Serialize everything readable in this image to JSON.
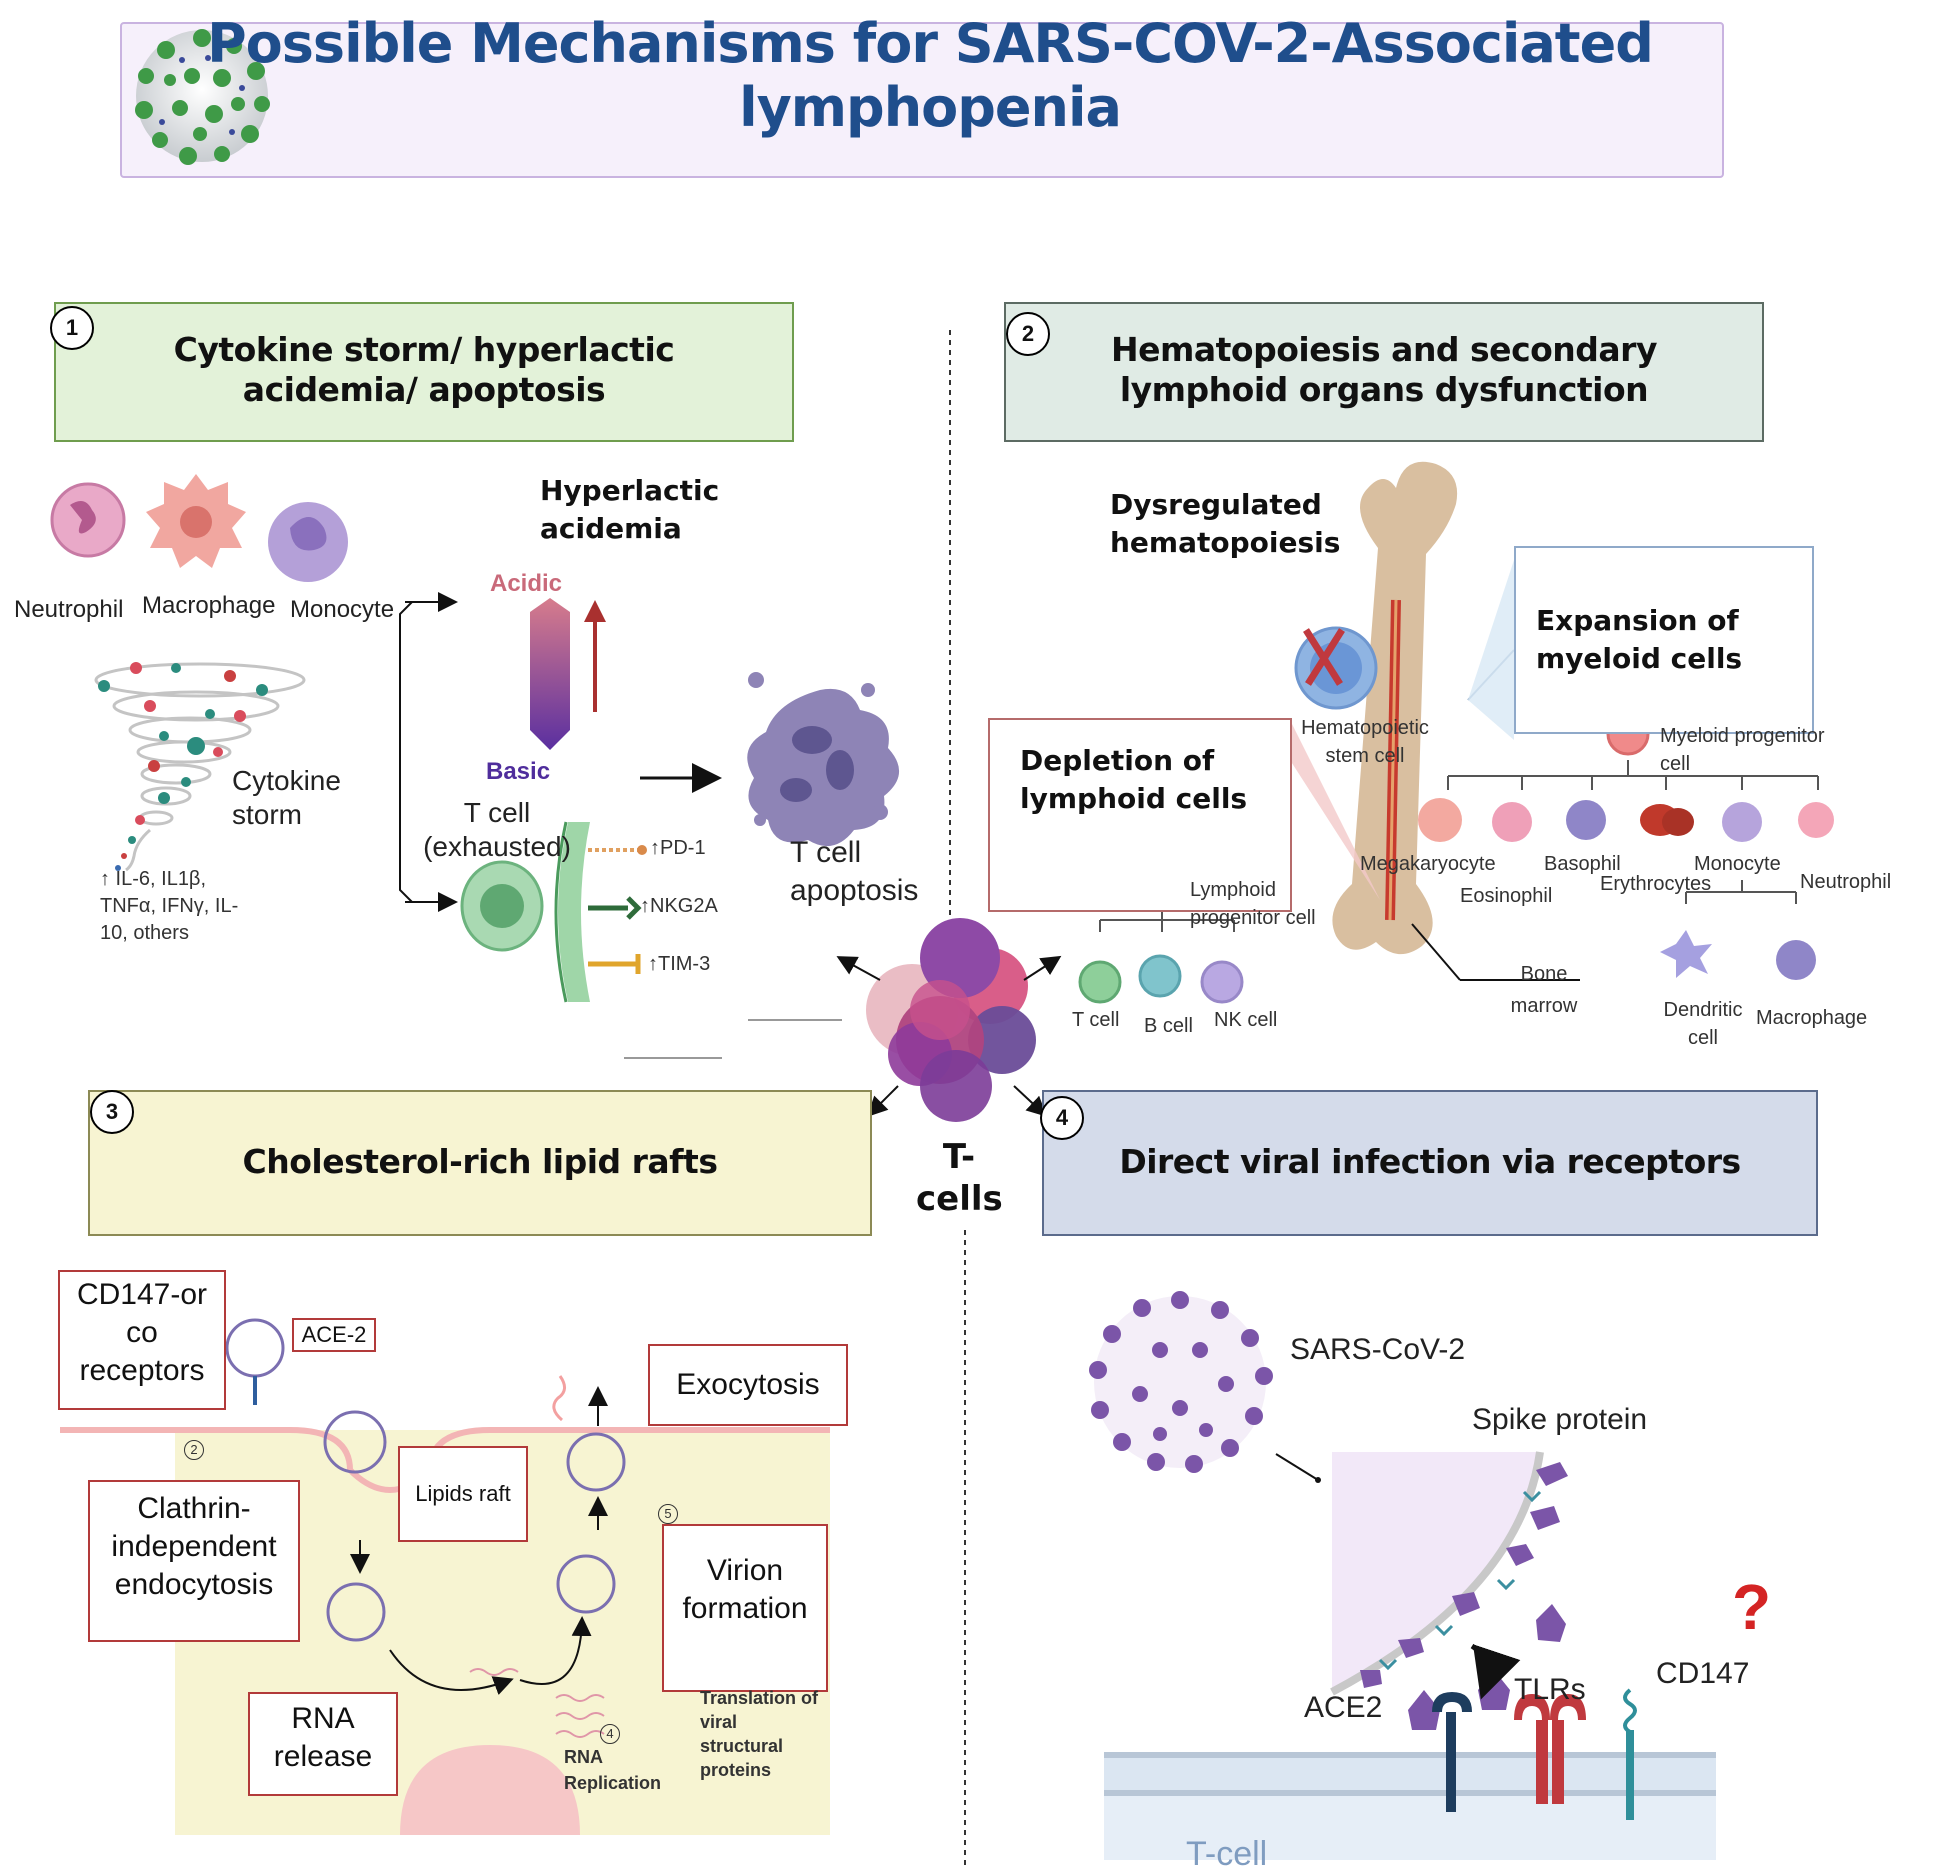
{
  "title": "Possible Mechanisms for SARS-COV-2-Associated lymphopenia",
  "center": {
    "label": "T-cells"
  },
  "panels": [
    {
      "number": "1",
      "title": "Cytokine storm/  hyperlactic acidemia/ apoptosis",
      "bg": "#e3f2d9",
      "border": "#6f9d4e"
    },
    {
      "number": "2",
      "title": "Hematopoiesis and secondary lymphoid organs dysfunction",
      "bg": "#e0ebe5",
      "border": "#5c6b63"
    },
    {
      "number": "3",
      "title": "Cholesterol-rich lipid rafts",
      "bg": "#f7f4d2",
      "border": "#8c8a55"
    },
    {
      "number": "4",
      "title": "Direct viral infection via receptors",
      "bg": "#d4dbea",
      "border": "#5b6b8c"
    }
  ],
  "panel1": {
    "cells": [
      "Neutrophil",
      "Macrophage",
      "Monocyte"
    ],
    "cytokine_storm": "Cytokine storm",
    "cytokines": "↑ IL-6, IL1β, TNFα, IFNγ, IL-10, others",
    "hyperlactic": "Hyperlactic acidemia",
    "acidic": "Acidic",
    "basic": "Basic",
    "t_cell_exhausted": "T cell (exhausted)",
    "receptors": [
      "↑PD-1",
      "↑NKG2A",
      "↑TIM-3"
    ],
    "t_cell_apoptosis": "T cell apoptosis"
  },
  "panel2": {
    "dysregulated": "Dysregulated hematopoiesis",
    "hsc": "Hematopoietic stem cell",
    "expansion": "Expansion of myeloid cells",
    "myeloid_progenitor": "Myeloid progenitor cell",
    "myeloid_cells": [
      "Megakaryocyte",
      "Eosinophil",
      "Basophil",
      "Erythrocytes",
      "Monocyte",
      "Neutrophil"
    ],
    "depletion": "Depletion of lymphoid cells",
    "lymphoid_progenitor": "Lymphoid progenitor cell",
    "lymphoid_cells": [
      "T cell",
      "B cell",
      "NK cell"
    ],
    "bone_marrow": "Bone marrow",
    "monocyte_derived": [
      "Dendritic cell",
      "Macrophage"
    ]
  },
  "panel3": {
    "cd147": "CD147-or co receptors",
    "ace2": "ACE-2",
    "exocytosis": "Exocytosis",
    "lipids_raft": "Lipids raft",
    "clathrin": "Clathrin-independent endocytosis",
    "virion": "Virion formation",
    "rna_release": "RNA release",
    "rna_replication": "RNA Replication",
    "translation": "Translation of viral structural proteins",
    "steps": [
      "2",
      "4",
      "5"
    ]
  },
  "panel4": {
    "virus": "SARS-CoV-2",
    "spike": "Spike protein",
    "ace2": "ACE2",
    "tlrs": "TLRs",
    "cd147": "CD147",
    "question": "?",
    "membrane": "T-cell"
  },
  "colors": {
    "title_text": "#1f4e8c",
    "virus_purple": "#6b4c9a",
    "tlr_red": "#c0393e",
    "ace2_navy": "#1e3d5e"
  }
}
